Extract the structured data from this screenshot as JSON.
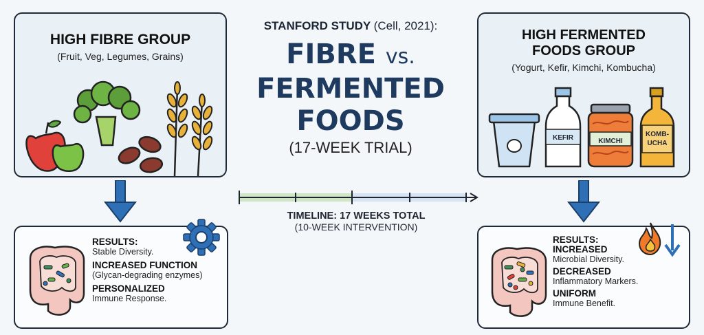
{
  "left_group": {
    "title": "HIGH FIBRE GROUP",
    "subtitle": "(Fruit, Veg, Legumes, Grains)"
  },
  "right_group": {
    "title_line1": "HIGH FERMENTED",
    "title_line2": "FOODS GROUP",
    "subtitle": "(Yogurt, Kefir, Kimchi, Kombucha)",
    "labels": {
      "kefir": "KEFIR",
      "kimchi": "KIMCHI",
      "kombucha_1": "KOMB-",
      "kombucha_2": "UCHA"
    }
  },
  "center": {
    "study": "STANFORD STUDY",
    "citation": "(Cell, 2021):",
    "title_a": "FIBRE",
    "title_vs": "vs.",
    "title_b1": "FERMENTED",
    "title_b2": "FOODS",
    "trial": "(17-WEEK TRIAL)"
  },
  "timeline": {
    "label": "TIMELINE: 17 WEEKS TOTAL",
    "sublabel": "(10-WEEK INTERVENTION)",
    "weeks_total": 17,
    "intervention_weeks": 10
  },
  "left_results": [
    {
      "heading": "RESULTS:",
      "text": "Stable Diversity."
    },
    {
      "heading": "INCREASED FUNCTION",
      "text": "(Glycan-degrading enzymes)"
    },
    {
      "heading": "PERSONALIZED",
      "text": "Immune Response."
    }
  ],
  "right_results": [
    {
      "heading": "RESULTS:",
      "text": ""
    },
    {
      "heading": "INCREASED",
      "text": "Microbial Diversity."
    },
    {
      "heading": "DECREASED",
      "text": "Inflammatory Markers."
    },
    {
      "heading": "UNIFORM",
      "text": "Immune Benefit."
    }
  ],
  "colors": {
    "arrow_blue": "#2f6fb5",
    "title_navy": "#1e3a5f",
    "timeline_green": "#cfe6c4",
    "timeline_blue": "#d5e3f2"
  }
}
